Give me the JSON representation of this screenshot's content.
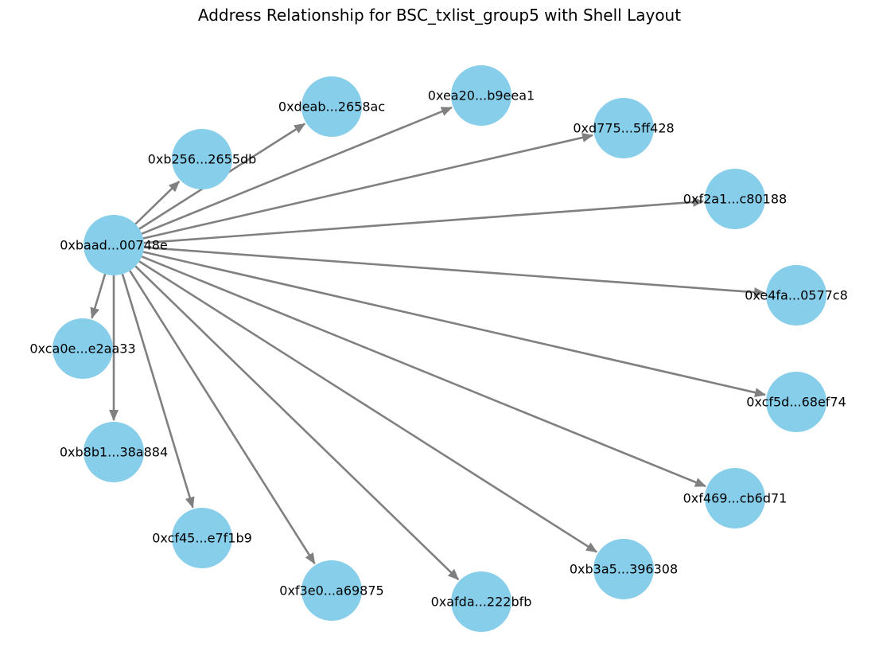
{
  "title": "Address Relationship for BSC_txlist_group5 with Shell Layout",
  "colors": {
    "node_fill": "#87ceeb",
    "edge_stroke": "#808080",
    "label": "#000000"
  },
  "graph": {
    "center": {
      "id": "n0",
      "label": "0xbaad...00748e"
    },
    "nodes": [
      {
        "id": "n0",
        "label": "0xbaad...00748e"
      },
      {
        "id": "n1",
        "label": "0xb256...2655db"
      },
      {
        "id": "n2",
        "label": "0xdeab...2658ac"
      },
      {
        "id": "n3",
        "label": "0xea20...b9eea1"
      },
      {
        "id": "n4",
        "label": "0xd775...5ff428"
      },
      {
        "id": "n5",
        "label": "0xf2a1...c80188"
      },
      {
        "id": "n6",
        "label": "0xe4fa...0577c8"
      },
      {
        "id": "n7",
        "label": "0xcf5d...68ef74"
      },
      {
        "id": "n8",
        "label": "0xf469...cb6d71"
      },
      {
        "id": "n9",
        "label": "0xb3a5...396308"
      },
      {
        "id": "n10",
        "label": "0xafda...222bfb"
      },
      {
        "id": "n11",
        "label": "0xf3e0...a69875"
      },
      {
        "id": "n12",
        "label": "0xcf45...e7f1b9"
      },
      {
        "id": "n13",
        "label": "0xb8b1...38a884"
      },
      {
        "id": "n14",
        "label": "0xca0e...e2aa33"
      }
    ],
    "edges": [
      {
        "from": "n0",
        "to": "n1"
      },
      {
        "from": "n0",
        "to": "n2"
      },
      {
        "from": "n0",
        "to": "n3"
      },
      {
        "from": "n0",
        "to": "n4"
      },
      {
        "from": "n0",
        "to": "n5"
      },
      {
        "from": "n0",
        "to": "n6"
      },
      {
        "from": "n0",
        "to": "n7"
      },
      {
        "from": "n0",
        "to": "n8"
      },
      {
        "from": "n0",
        "to": "n9"
      },
      {
        "from": "n0",
        "to": "n10"
      },
      {
        "from": "n0",
        "to": "n11"
      },
      {
        "from": "n0",
        "to": "n12"
      },
      {
        "from": "n0",
        "to": "n13"
      },
      {
        "from": "n0",
        "to": "n14"
      }
    ]
  }
}
